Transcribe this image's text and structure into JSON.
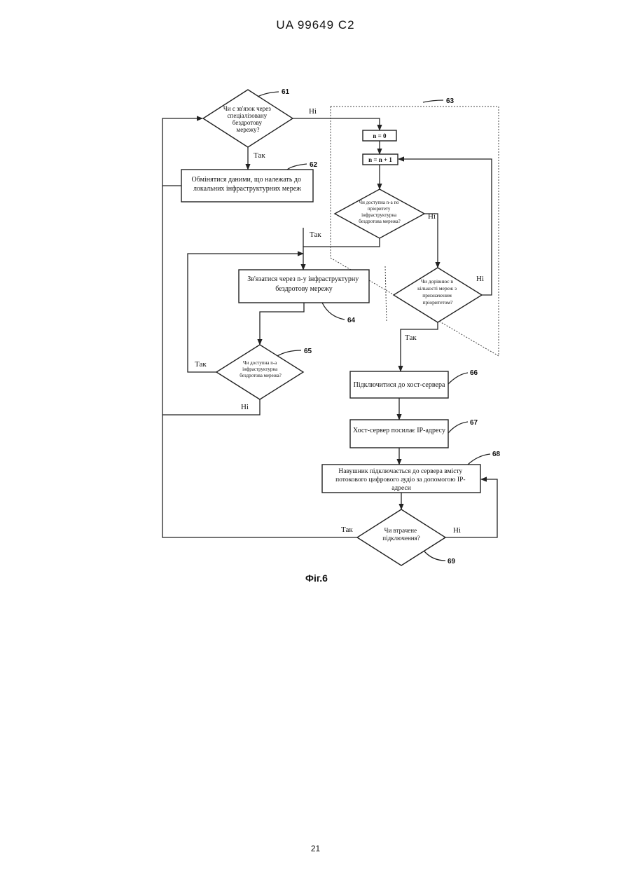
{
  "header": {
    "patent": "UA   99649   C2"
  },
  "page_number": "21",
  "figure_caption": "Фіг.6",
  "labels": {
    "yes": "Так",
    "no": "Ні"
  },
  "nodes": {
    "n61": {
      "ref": "61",
      "lines": [
        "Чи є зв'язок через",
        "спеціалізовану",
        "бездротову",
        "мережу?"
      ]
    },
    "n62": {
      "ref": "62",
      "lines": [
        "Обмінятися даними, що належать до",
        "локальних інфраструктурних мереж"
      ]
    },
    "n63": {
      "ref": "63"
    },
    "init": {
      "text": "n = 0"
    },
    "inc": {
      "text": "n = n + 1"
    },
    "q_avail": {
      "lines": [
        "Чи доступна n-а по",
        "пріоритету",
        "інфраструктурна",
        "бездротова мережа?"
      ]
    },
    "q_count": {
      "lines": [
        "Чи дорівнює n",
        "кількості мереж з",
        "призначеним",
        "пріоритетом?"
      ]
    },
    "n64": {
      "ref": "64",
      "lines": [
        "Зв'язатися через n-у інфраструктурну",
        "бездротову мережу"
      ]
    },
    "n65": {
      "ref": "65",
      "lines": [
        "Чи доступна n-а",
        "інфраструктурна",
        "бездротова мережа?"
      ]
    },
    "n66": {
      "ref": "66",
      "lines": [
        "Підключитися до хост-сервера"
      ]
    },
    "n67": {
      "ref": "67",
      "lines": [
        "Хост-сервер посилає IP-адресу"
      ]
    },
    "n68": {
      "ref": "68",
      "lines": [
        "Навушник підключається до сервера вмісту",
        "потокового цифрового аудіо за допомогою IP-",
        "адреси"
      ]
    },
    "n69": {
      "ref": "69",
      "lines": [
        "Чи втрачене",
        "підключення?"
      ]
    }
  }
}
